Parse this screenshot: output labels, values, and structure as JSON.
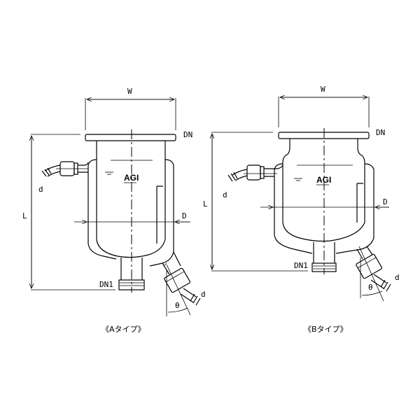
{
  "diagrams": [
    {
      "id": "type-a",
      "caption": "《Aタイプ》",
      "labels": {
        "width": "W",
        "flange": "DN",
        "length": "L",
        "jacket_diameter": "D",
        "bottom_outlet": "DN1",
        "hose_nozzle_left": "d",
        "hose_nozzle_right": "d",
        "angle": "θ",
        "logo": "AGI"
      }
    },
    {
      "id": "type-b",
      "caption": "《Bタイプ》",
      "labels": {
        "width": "W",
        "flange": "DN",
        "length": "L",
        "jacket_diameter": "D",
        "bottom_outlet": "DN1",
        "hose_nozzle_left": "d",
        "hose_nozzle_right": "d",
        "angle": "θ",
        "logo": "AGI"
      }
    }
  ]
}
